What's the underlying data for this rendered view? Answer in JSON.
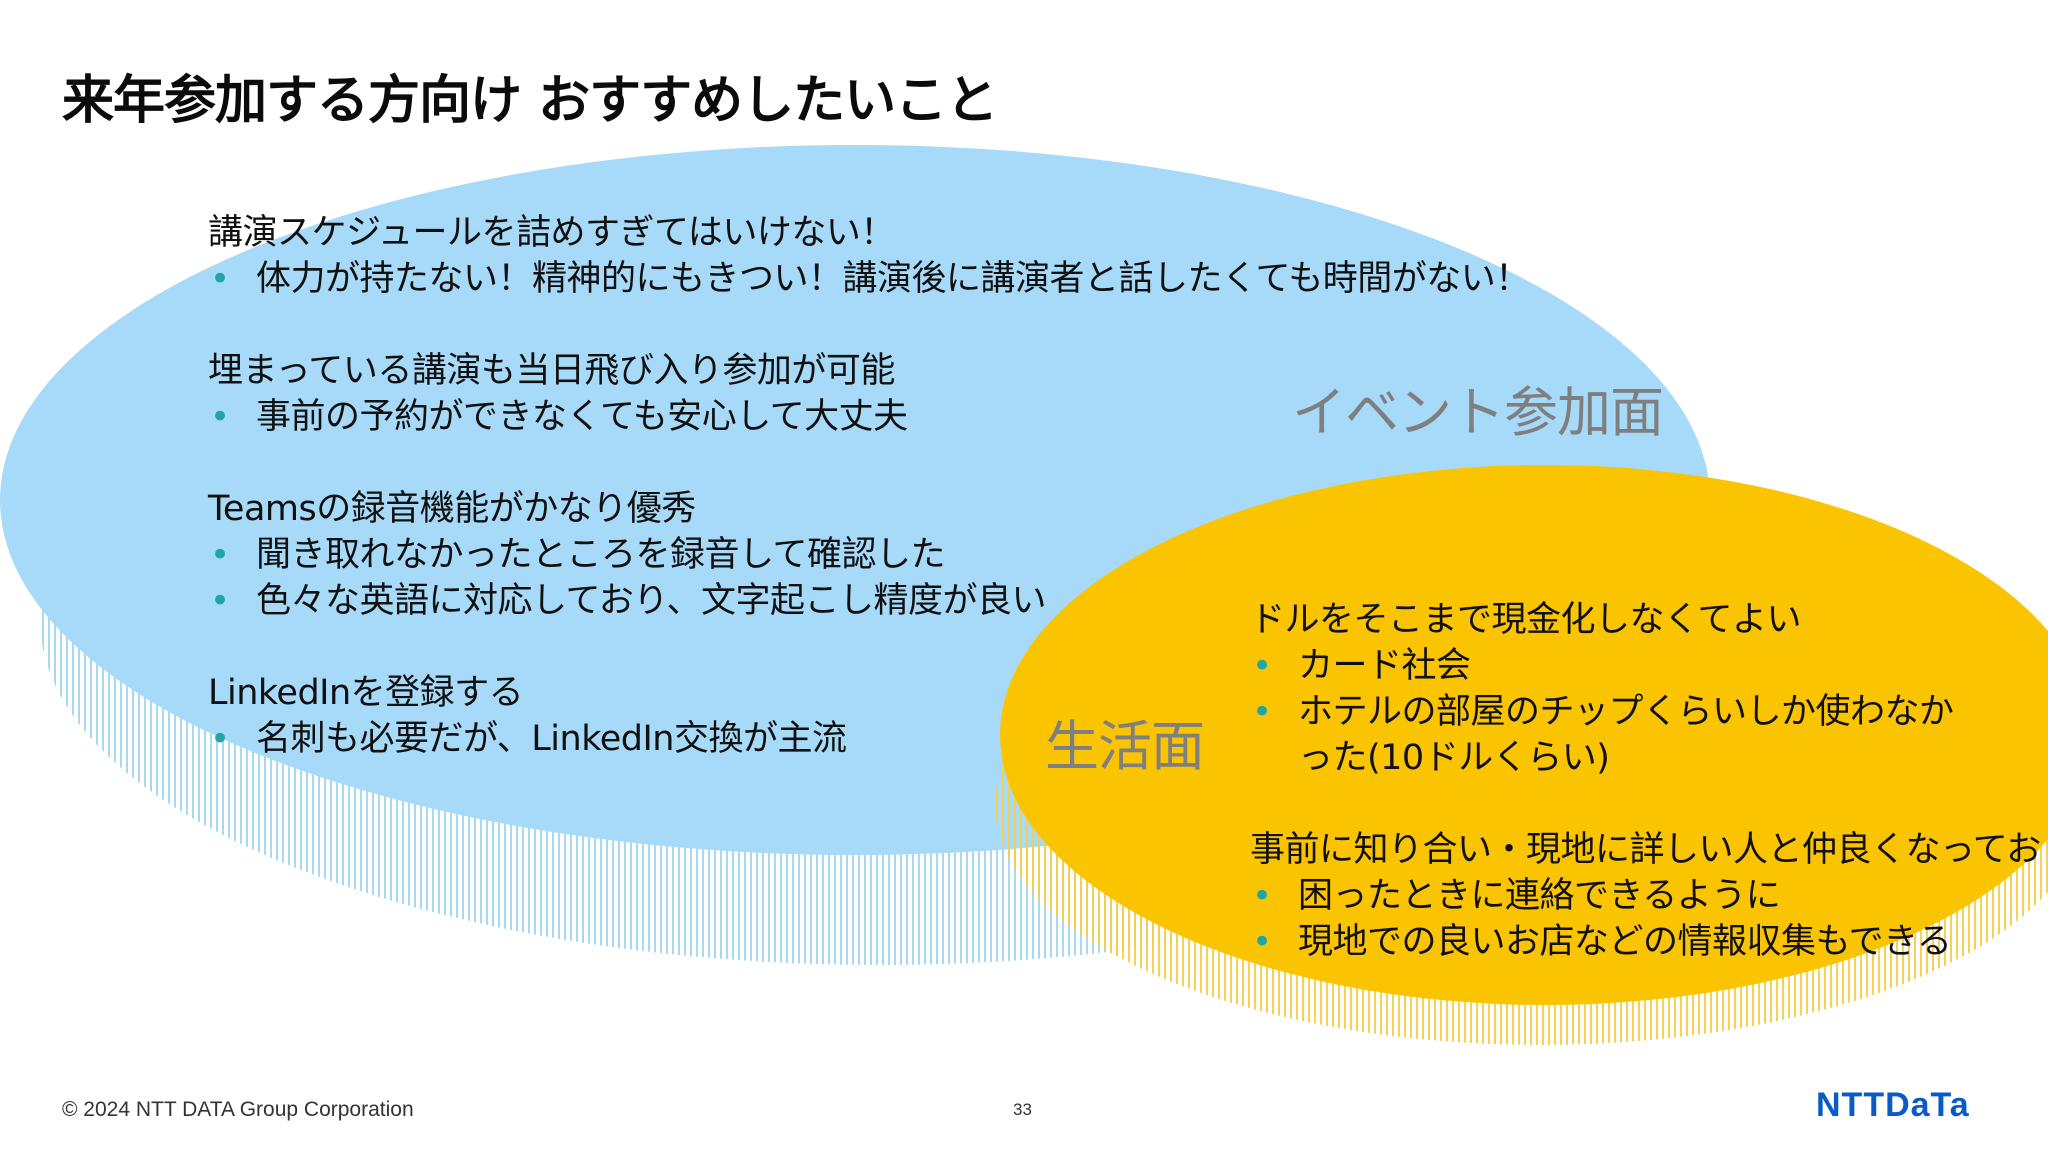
{
  "slide": {
    "title": "来年参加する方向け おすすめしたいこと",
    "page_number": "33",
    "copyright": "© 2024 NTT DATA Group Corporation",
    "logo_text": "NTTDaTa"
  },
  "colors": {
    "event_area": "#a6daf8",
    "life_area": "#fbc400",
    "bullet": "#21a6a6",
    "logo": "#0a5ac8",
    "area_label": "#7f7f7f"
  },
  "event_area": {
    "label": "イベント参加面",
    "sections": [
      {
        "heading": "講演スケジュールを詰めすぎてはいけない！",
        "bullets": [
          "体力が持たない！精神的にもきつい！講演後に講演者と話したくても時間がない！"
        ]
      },
      {
        "heading": "埋まっている講演も当日飛び入り参加が可能",
        "bullets": [
          "事前の予約ができなくても安心して大丈夫"
        ]
      },
      {
        "heading": "Teamsの録音機能がかなり優秀",
        "bullets": [
          "聞き取れなかったところを録音して確認した",
          "色々な英語に対応しており、文字起こし精度が良い"
        ]
      },
      {
        "heading": "LinkedInを登録する",
        "bullets": [
          "名刺も必要だが、LinkedIn交換が主流"
        ]
      }
    ]
  },
  "life_area": {
    "label": "生活面",
    "sections": [
      {
        "heading": "ドルをそこまで現金化しなくてよい",
        "bullets": [
          "カード社会",
          "ホテルの部屋のチップくらいしか使わなかった(10ドルくらい)"
        ]
      },
      {
        "heading": "事前に知り合い・現地に詳しい人と仲良くなっておく",
        "bullets": [
          "困ったときに連絡できるように",
          "現地での良いお店などの情報収集もできる"
        ]
      }
    ]
  }
}
